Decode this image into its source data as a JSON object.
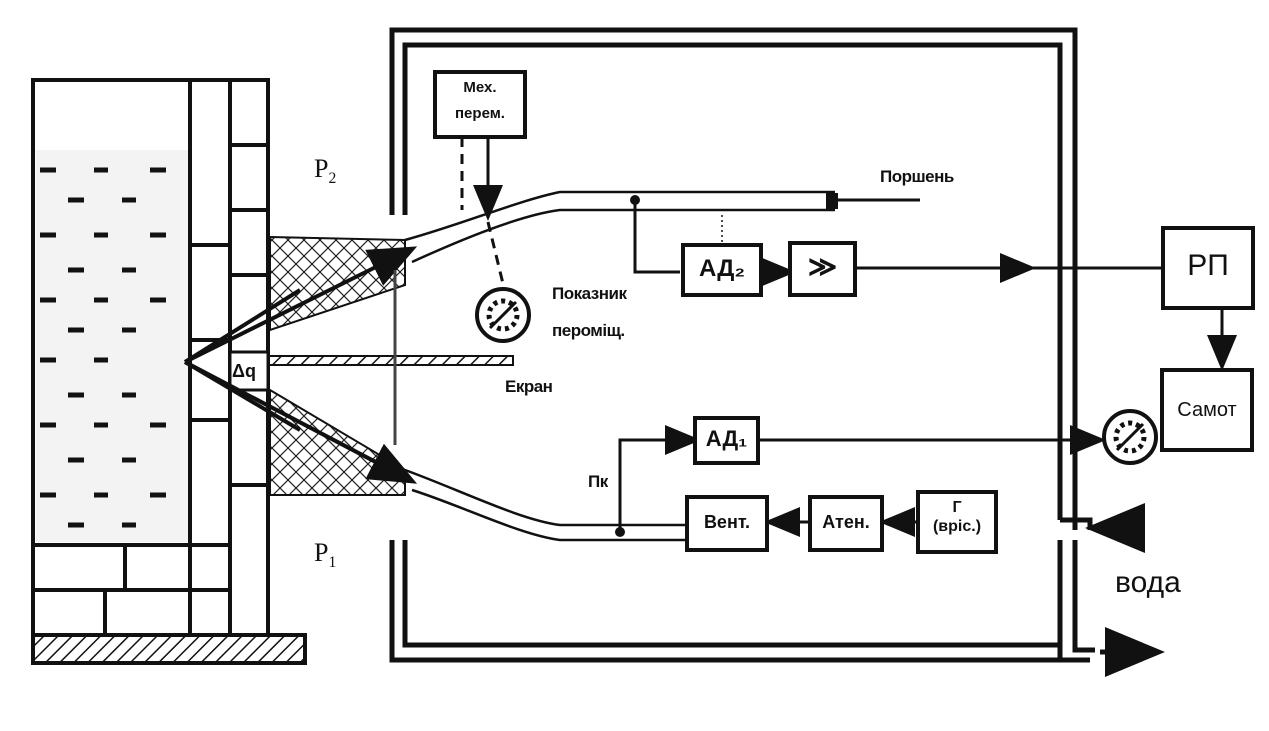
{
  "labels": {
    "p2": "P",
    "p2_sub": "2",
    "p1": "P",
    "p1_sub": "1",
    "piston": "Поршень",
    "indicator": "Показник",
    "indicator2": "пероміщ.",
    "screen": "Екран",
    "pk": "Пк",
    "water": "вода"
  },
  "boxes": {
    "mech_line1": "Мех.",
    "mech_line2": "перем.",
    "ad2": "АД₂",
    "amp": "≫",
    "rp": "РП",
    "samo": "Самот",
    "ad1": "АД₁",
    "vent": "Вент.",
    "aten": "Атен.",
    "gen_line1": "Г",
    "gen_line2": "(вріс.)"
  },
  "symbols": {
    "delta_q": "Δq"
  }
}
